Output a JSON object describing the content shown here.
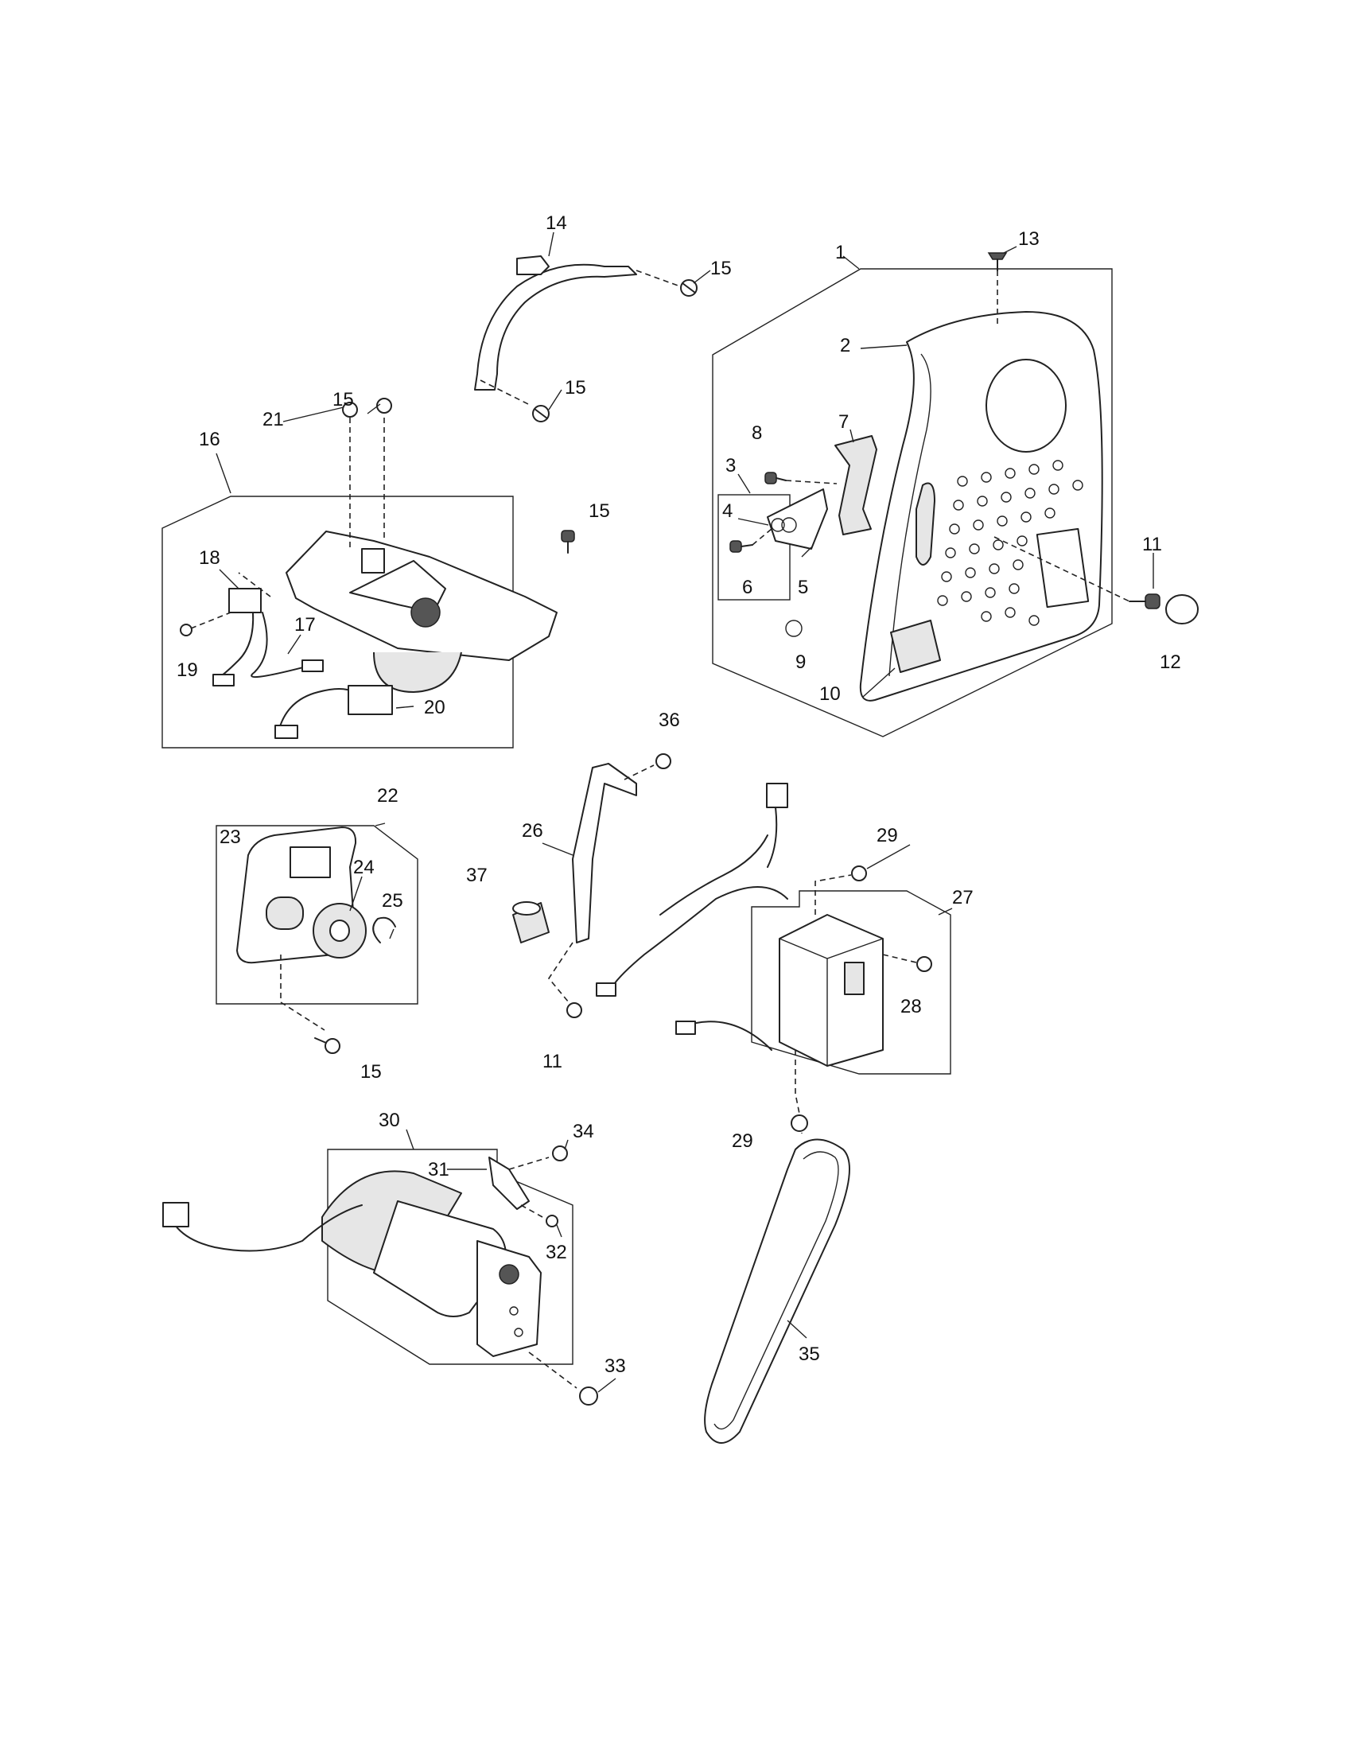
{
  "diagram": {
    "type": "exploded-parts-view",
    "callouts": [
      {
        "id": "c1",
        "text": "1"
      },
      {
        "id": "c2",
        "text": "2"
      },
      {
        "id": "c3",
        "text": "3"
      },
      {
        "id": "c4",
        "text": "4"
      },
      {
        "id": "c5",
        "text": "5"
      },
      {
        "id": "c6",
        "text": "6"
      },
      {
        "id": "c7",
        "text": "7"
      },
      {
        "id": "c8",
        "text": "8"
      },
      {
        "id": "c9",
        "text": "9"
      },
      {
        "id": "c10",
        "text": "10"
      },
      {
        "id": "c11a",
        "text": "11"
      },
      {
        "id": "c11b",
        "text": "11"
      },
      {
        "id": "c12",
        "text": "12"
      },
      {
        "id": "c13",
        "text": "13"
      },
      {
        "id": "c14",
        "text": "14"
      },
      {
        "id": "c15a",
        "text": "15"
      },
      {
        "id": "c15b",
        "text": "15"
      },
      {
        "id": "c15c",
        "text": "15"
      },
      {
        "id": "c15d",
        "text": "15"
      },
      {
        "id": "c15e",
        "text": "15"
      },
      {
        "id": "c16",
        "text": "16"
      },
      {
        "id": "c17",
        "text": "17"
      },
      {
        "id": "c18",
        "text": "18"
      },
      {
        "id": "c19",
        "text": "19"
      },
      {
        "id": "c20",
        "text": "20"
      },
      {
        "id": "c21",
        "text": "21"
      },
      {
        "id": "c22",
        "text": "22"
      },
      {
        "id": "c23",
        "text": "23"
      },
      {
        "id": "c24",
        "text": "24"
      },
      {
        "id": "c25",
        "text": "25"
      },
      {
        "id": "c26",
        "text": "26"
      },
      {
        "id": "c27",
        "text": "27"
      },
      {
        "id": "c28",
        "text": "28"
      },
      {
        "id": "c29a",
        "text": "29"
      },
      {
        "id": "c29b",
        "text": "29"
      },
      {
        "id": "c30",
        "text": "30"
      },
      {
        "id": "c31",
        "text": "31"
      },
      {
        "id": "c32",
        "text": "32"
      },
      {
        "id": "c33",
        "text": "33"
      },
      {
        "id": "c34",
        "text": "34"
      },
      {
        "id": "c35",
        "text": "35"
      },
      {
        "id": "c36",
        "text": "36"
      },
      {
        "id": "c37",
        "text": "37"
      }
    ]
  }
}
